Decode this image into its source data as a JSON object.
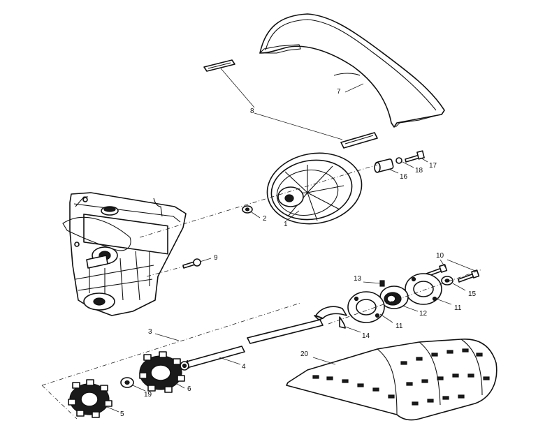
{
  "callouts": {
    "c1": "1",
    "c2": "2",
    "c3": "3",
    "c4": "4",
    "c5": "5",
    "c6": "6",
    "c7": "7",
    "c8": "8",
    "c9": "9",
    "c10": "10",
    "c11a": "11",
    "c11b": "11",
    "c12": "12",
    "c13": "13",
    "c14": "14",
    "c15": "15",
    "c16": "16",
    "c17": "17",
    "c18": "18",
    "c19": "19",
    "c20": "20"
  }
}
